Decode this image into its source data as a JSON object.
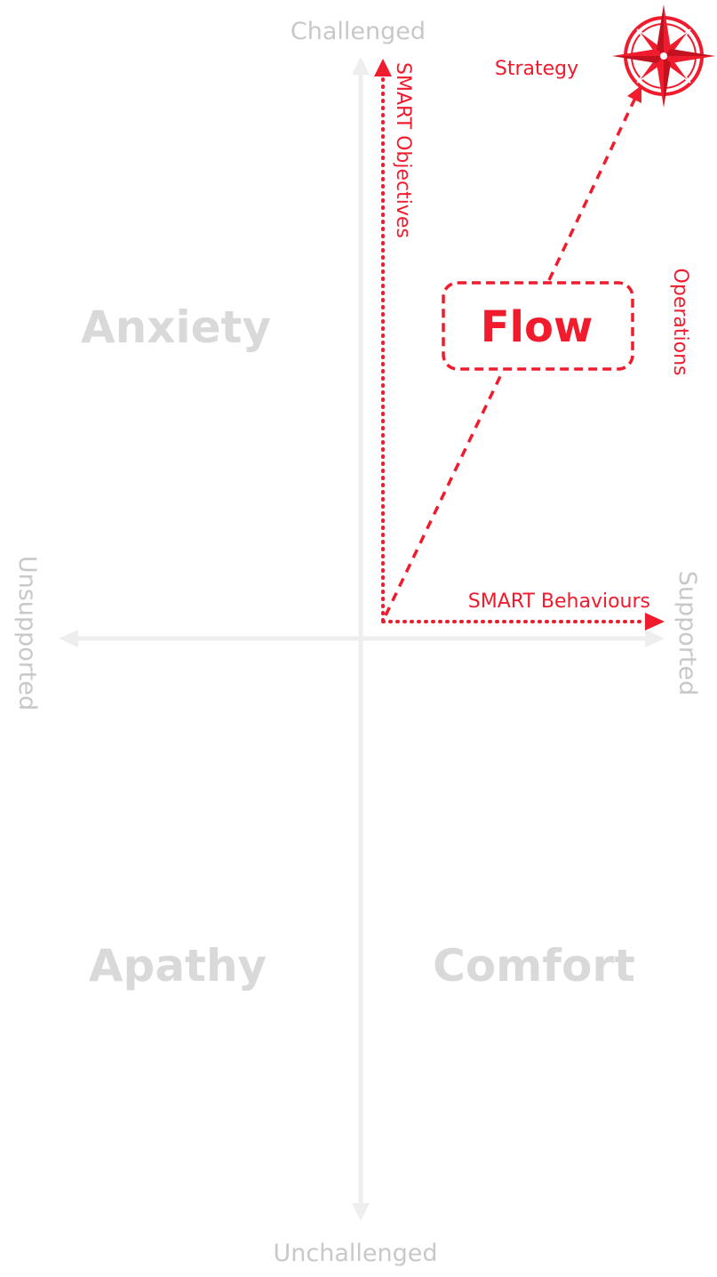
{
  "colors": {
    "axis": "#eeeeee",
    "axis_text": "#c8c8c8",
    "quadrant_text": "#d9d9d9",
    "accent": "#f01b2d"
  },
  "axes": {
    "top": "Challenged",
    "bottom": "Unchallenged",
    "left": "Unsupported",
    "right": "Supported"
  },
  "quadrants": {
    "top_left": "Anxiety",
    "bottom_left": "Apathy",
    "bottom_right": "Comfort"
  },
  "annotations": {
    "vertical_arrow": "SMART Objectives",
    "horizontal_arrow": "SMART Behaviours",
    "flow": "Flow",
    "strategy": "Strategy",
    "operations": "Operations"
  },
  "icons": {
    "compass": "compass-rose-icon"
  }
}
